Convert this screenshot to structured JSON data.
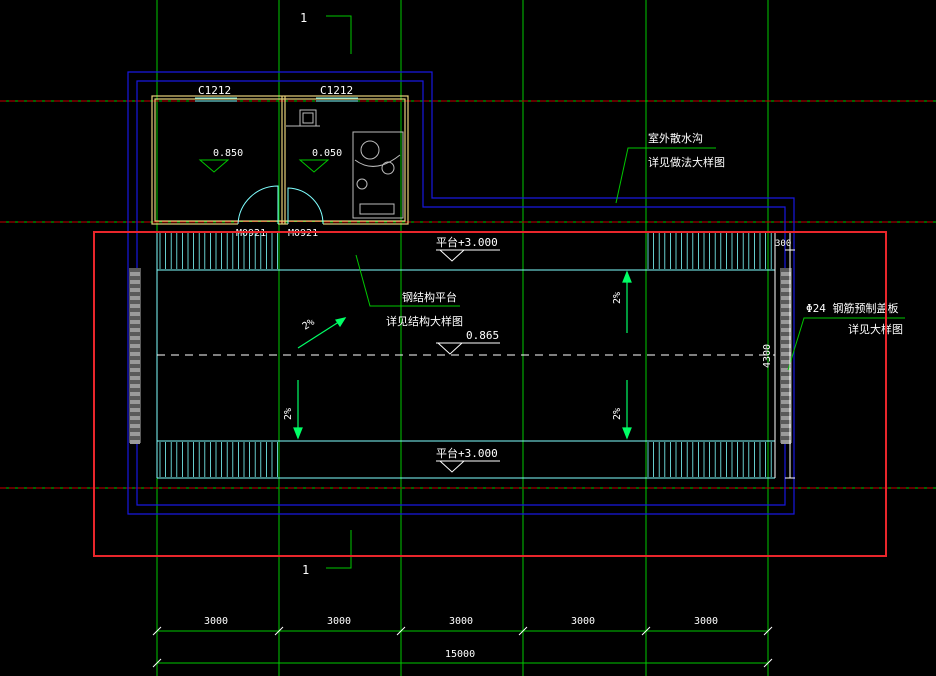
{
  "section_marks": {
    "top": "1",
    "bottom": "1"
  },
  "windows": {
    "left": "C1212",
    "right": "C1212"
  },
  "doors": {
    "left": "M0921",
    "right": "M0921"
  },
  "room_elevations": {
    "left": "0.850",
    "right": "0.050"
  },
  "platform_labels": {
    "top": "平台+3.000",
    "bottom": "平台+3.000"
  },
  "center_elevation": "0.865",
  "slopes": {
    "diagonal": "2%",
    "upper_right": "2%",
    "lower_left": "2%",
    "lower_right": "2%"
  },
  "callouts": {
    "drain_line1": "室外散水沟",
    "drain_line2": "详见做法大样图",
    "steel_line1": "钢结构平台",
    "steel_line2": "详见结构大样图",
    "grate_line1": "Φ24 钢筋预制盖板",
    "grate_line2": "详见大样图"
  },
  "dims": {
    "spans": [
      "3000",
      "3000",
      "3000",
      "3000",
      "3000"
    ],
    "total": "15000",
    "right_small": "300",
    "right_height": "4300"
  },
  "colors": {
    "grid": "#00c800",
    "axis": "#c80000",
    "outline": "#1010d0",
    "cyan": "#7fffff",
    "wall": "#e8d27a",
    "text": "#ffffff",
    "highlight": "#e8262b"
  }
}
